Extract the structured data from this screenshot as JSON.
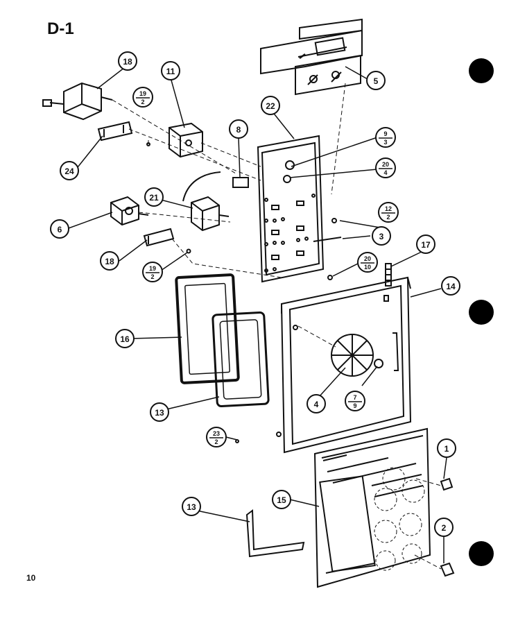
{
  "diagram": {
    "title": "D-1",
    "page_number": "10",
    "part_labels": {
      "p18a": "18",
      "p11": "11",
      "p19a_num": "19",
      "p19a_den": "2",
      "p22": "22",
      "p8": "8",
      "p9_num": "9",
      "p9_den": "3",
      "p20a_num": "20",
      "p20a_den": "4",
      "p5": "5",
      "p24": "24",
      "p21": "21",
      "p6": "6",
      "p12_num": "12",
      "p12_den": "2",
      "p3": "3",
      "p18b": "18",
      "p19b_num": "19",
      "p19b_den": "2",
      "p20b_num": "20",
      "p20b_den": "10",
      "p17": "17",
      "p14": "14",
      "p16": "16",
      "p13a": "13",
      "p4": "4",
      "p7_num": "7",
      "p7_den": "9",
      "p23_num": "23",
      "p23_den": "2",
      "p1": "1",
      "p2": "2",
      "p13b": "13",
      "p15": "15"
    }
  }
}
